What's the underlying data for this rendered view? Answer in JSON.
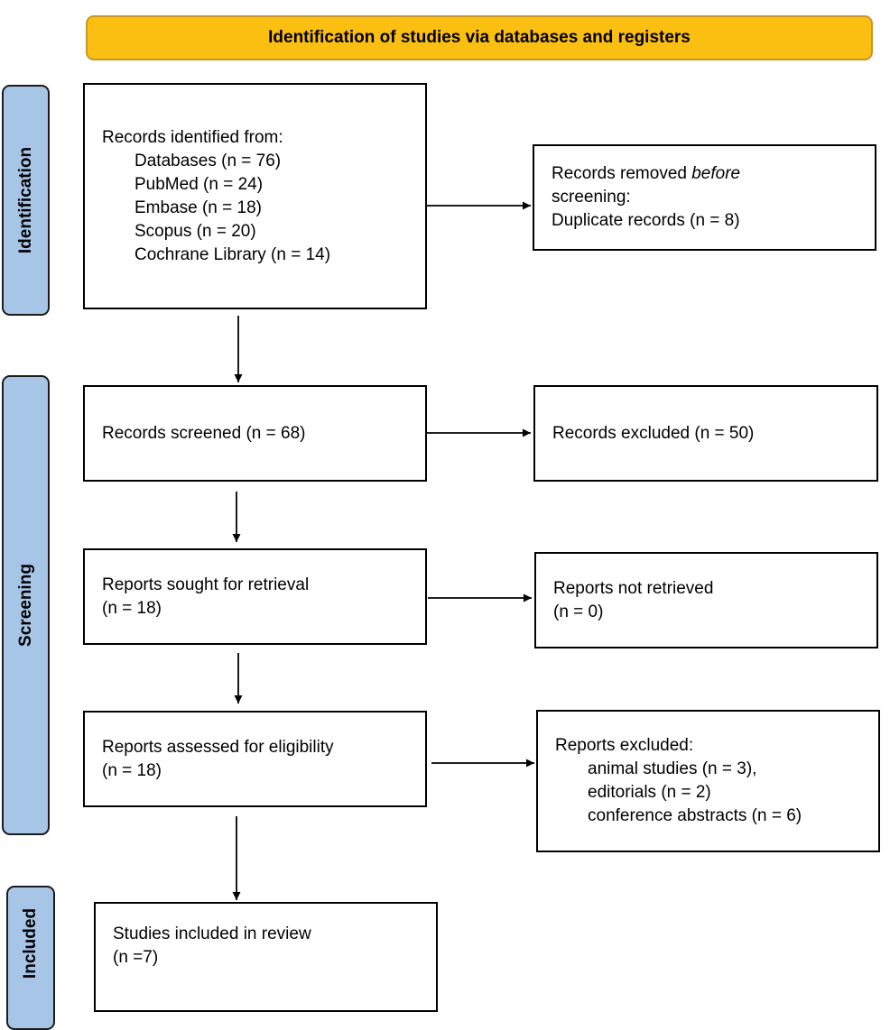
{
  "header": {
    "title": "Identification of studies via databases and registers"
  },
  "stages": {
    "identification": "Identification",
    "screening": "Screening",
    "included": "Included"
  },
  "boxes": {
    "records_identified": {
      "heading": "Records identified from:",
      "items": [
        "Databases (n = 76)",
        "PubMed (n = 24)",
        "Embase (n = 18)",
        "Scopus (n = 20)",
        "Cochrane Library (n = 14)"
      ]
    },
    "records_removed": {
      "line1_prefix": "Records removed ",
      "line1_emphasis": "before",
      "line2": "screening:",
      "line3": "Duplicate records (n = 8)"
    },
    "records_screened": {
      "text": "Records screened (n = 68)"
    },
    "records_excluded": {
      "text": "Records excluded (n = 50)"
    },
    "reports_sought": {
      "line1": "Reports sought for retrieval",
      "line2": "(n = 18)"
    },
    "reports_not_retrieved": {
      "line1": "Reports not retrieved",
      "line2": "(n = 0)"
    },
    "reports_assessed": {
      "line1": "Reports assessed for eligibility",
      "line2": "(n = 18)"
    },
    "reports_excluded": {
      "heading": "Reports excluded:",
      "items": [
        "animal studies (n = 3),",
        "editorials (n = 2)",
        "conference abstracts (n = 6)"
      ]
    },
    "studies_included": {
      "line1": "Studies included in review",
      "line2": "(n =7)"
    }
  },
  "colors": {
    "header_fill": "#fbbf12",
    "header_border": "#c7962b",
    "stage_fill": "#a7c6e7",
    "box_border": "#000000"
  }
}
